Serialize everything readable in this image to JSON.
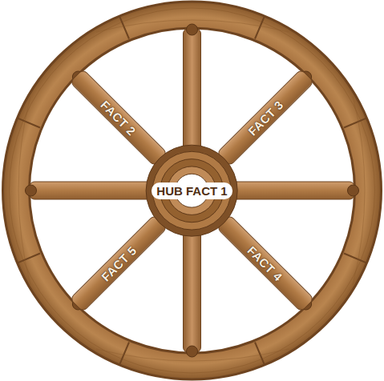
{
  "diagram": {
    "nodes": [
      {
        "text": [
          "HUB FACT 1"
        ]
      },
      {
        "text": [
          "FACT 2"
        ]
      },
      {
        "text": [
          "FACT 3"
        ]
      },
      {
        "text": [
          "FACT 4"
        ]
      },
      {
        "text": [
          "FACT 5"
        ]
      }
    ]
  }
}
